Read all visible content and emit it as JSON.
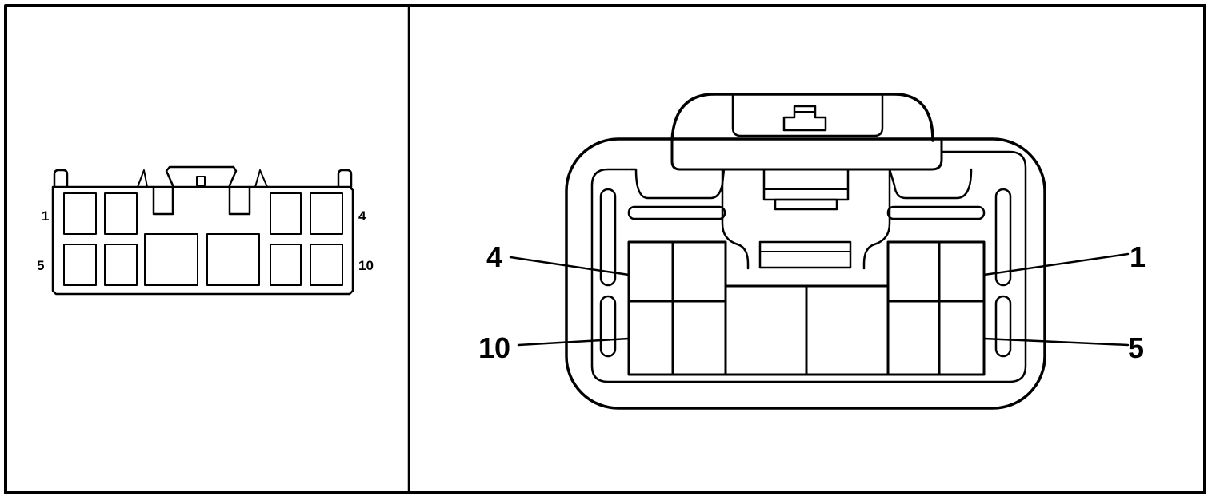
{
  "left_view": {
    "labels": {
      "top_left": "1",
      "top_right": "4",
      "bottom_left": "5",
      "bottom_right": "10"
    }
  },
  "right_view": {
    "labels": {
      "top_left": "4",
      "top_right": "1",
      "bottom_left": "10",
      "bottom_right": "5"
    }
  }
}
